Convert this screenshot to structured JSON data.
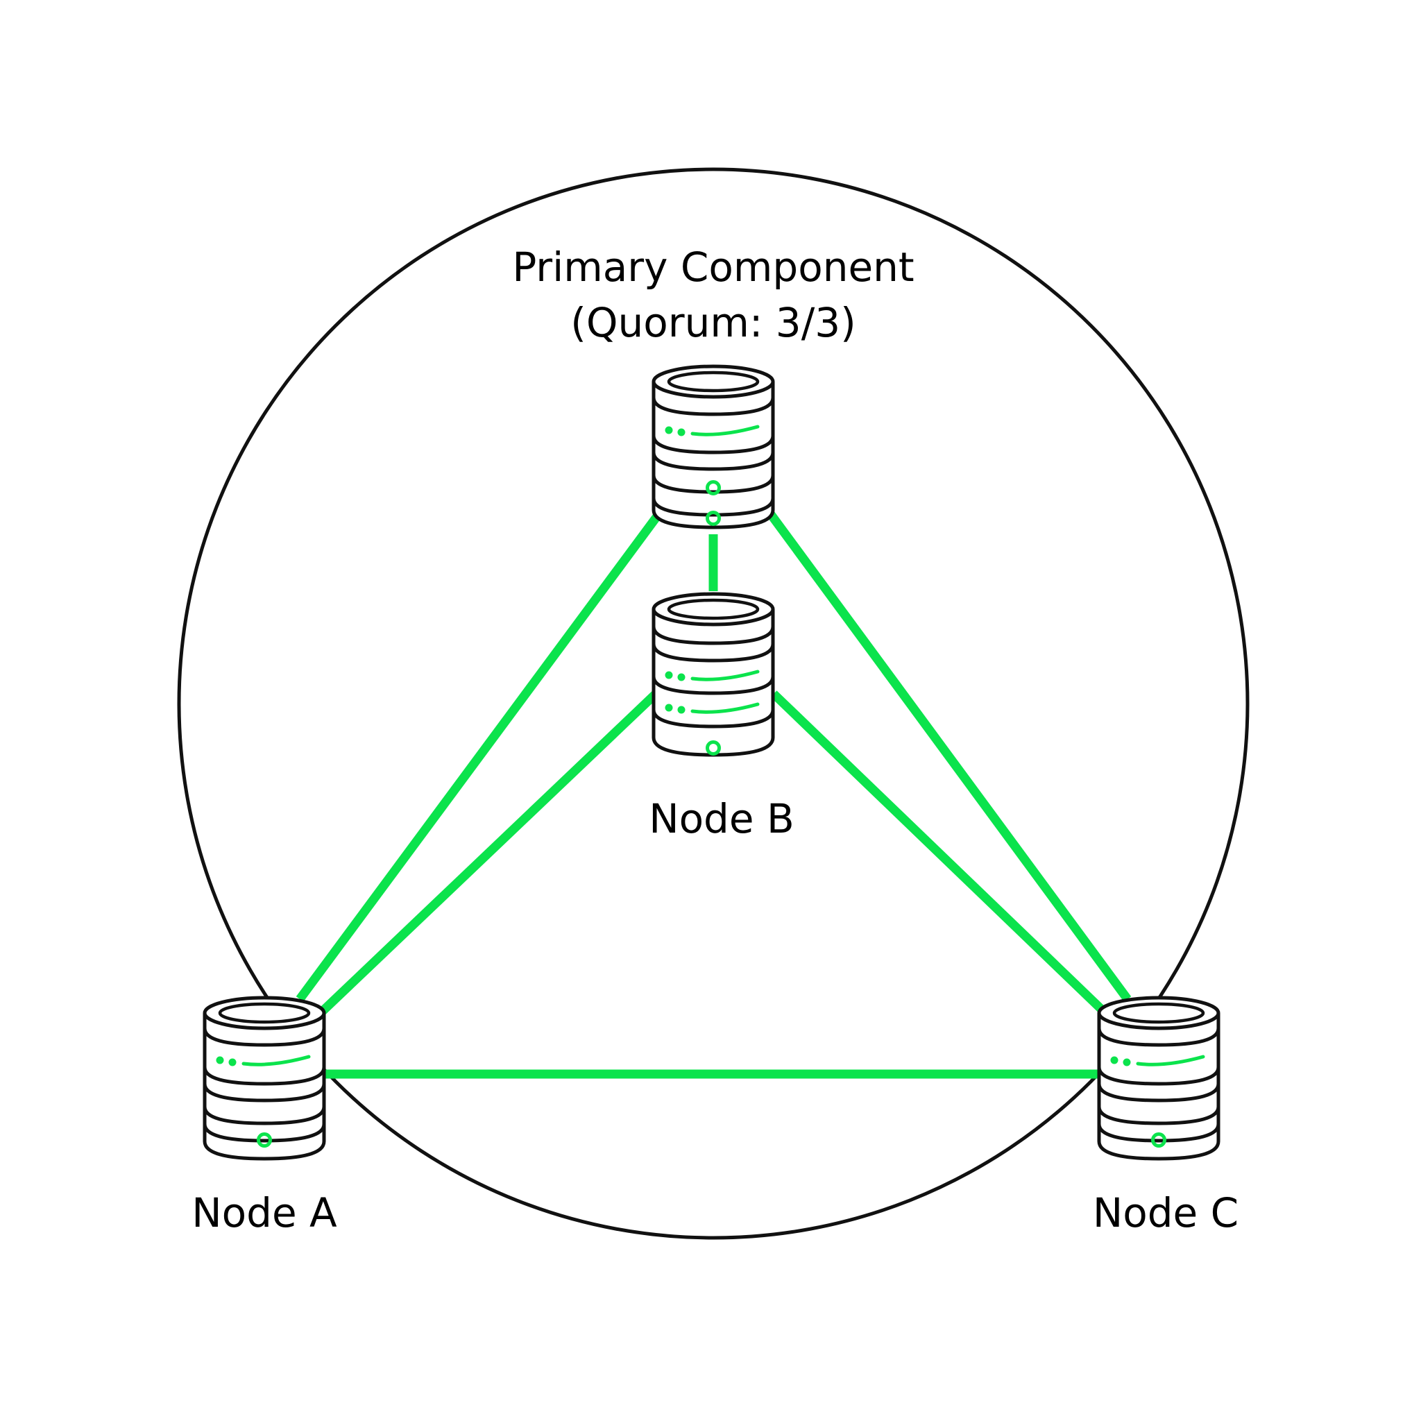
{
  "title": {
    "line1": "Primary Component",
    "line2": "(Quorum: 3/3)"
  },
  "nodes": {
    "a": {
      "label": "Node A"
    },
    "b": {
      "label": "Node B"
    },
    "c": {
      "label": "Node C"
    }
  },
  "colors": {
    "link": "#0be34c",
    "outline": "#111111",
    "indicator": "#0be34c",
    "background": "#ffffff"
  },
  "icons": {
    "server": "database-server-icon",
    "boundary": "cluster-boundary-circle"
  }
}
